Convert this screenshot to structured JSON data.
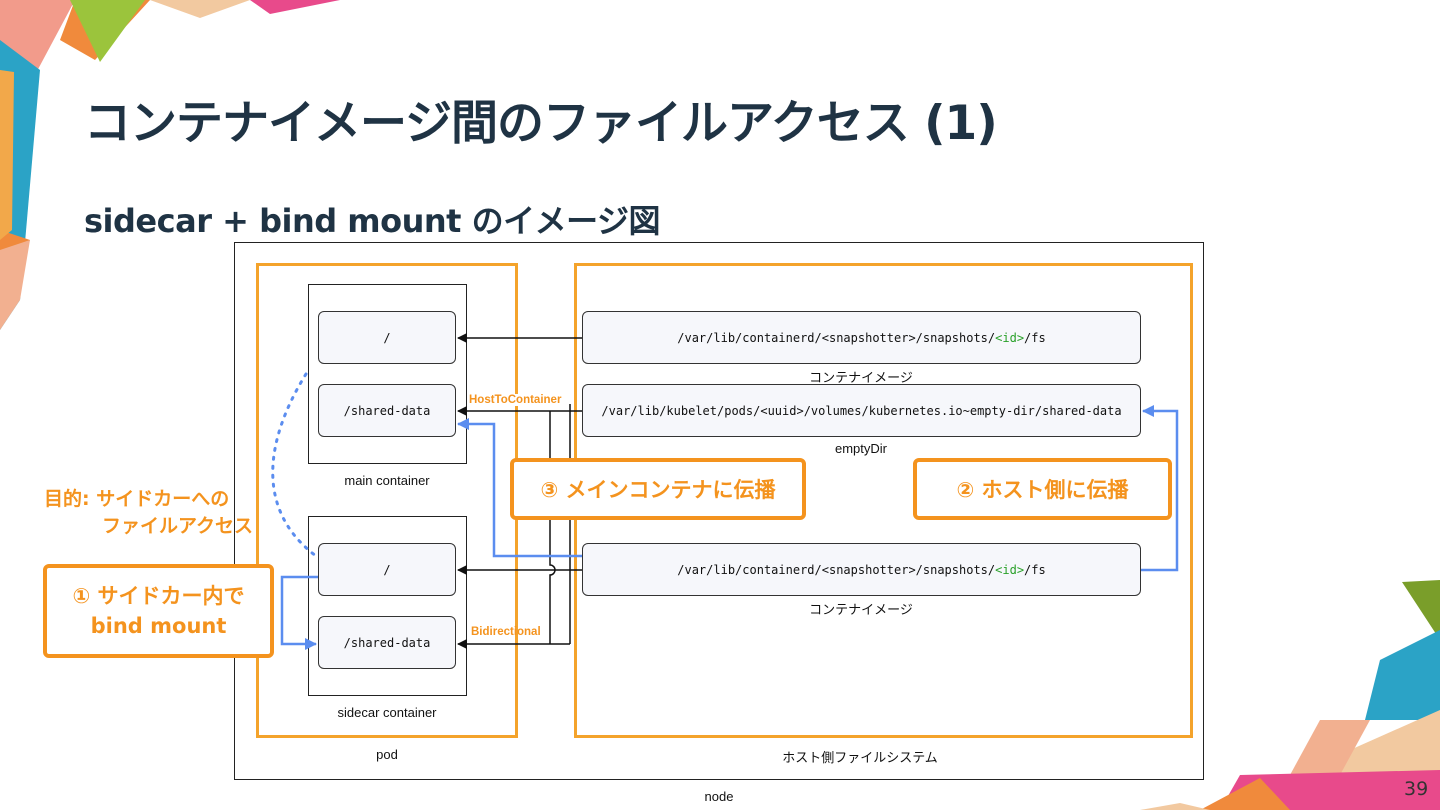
{
  "slide": {
    "title": "コンテナイメージ間のファイルアクセス (1)",
    "subtitle": "sidecar + bind mount のイメージ図",
    "page_number": "39"
  },
  "diagram": {
    "node_label": "node",
    "pod_label": "pod",
    "host_fs_label": "ホスト側ファイルシステム",
    "main_container": {
      "label": "main container",
      "root": "/",
      "shared": "/shared-data"
    },
    "sidecar_container": {
      "label": "sidecar container",
      "root": "/",
      "shared": "/shared-data"
    },
    "snapshot_top": {
      "prefix": "/var/lib/containerd/<snapshotter>/snapshots/",
      "id": "<id>",
      "suffix": "/fs",
      "caption": "コンテナイメージ"
    },
    "empty_dir": {
      "path": "/var/lib/kubelet/pods/<uuid>/volumes/kubernetes.io~empty-dir/shared-data",
      "caption": "emptyDir"
    },
    "snapshot_bottom": {
      "prefix": "/var/lib/containerd/<snapshotter>/snapshots/",
      "id": "<id>",
      "suffix": "/fs",
      "caption": "コンテナイメージ"
    },
    "propagation_labels": {
      "host_to_container": "HostToContainer",
      "bidirectional": "Bidirectional"
    }
  },
  "annotations": {
    "purpose_line1": "目的: サイドカーへの",
    "purpose_line2": "ファイルアクセス",
    "step1_line1": "① サイドカー内で",
    "step1_line2": "bind mount",
    "step2": "② ホスト側に伝播",
    "step3": "③ メインコンテナに伝播"
  },
  "colors": {
    "accent_orange": "#f4931e",
    "arrow_blue": "#5b8def",
    "title_navy": "#1f3344",
    "id_green": "#2aa12a"
  }
}
